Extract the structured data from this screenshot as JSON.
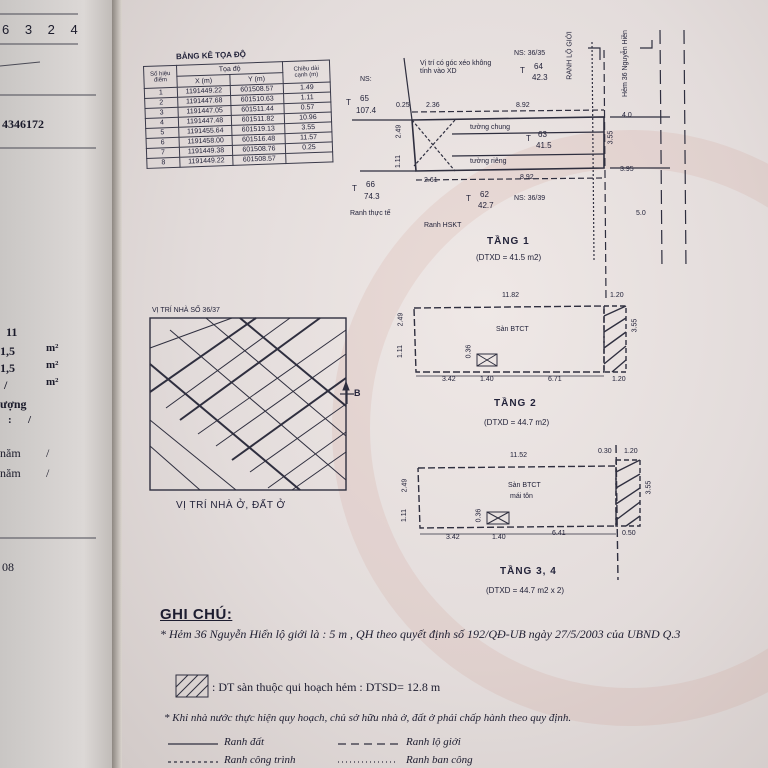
{
  "header_digits": "6 3 2 4",
  "left_page": {
    "number": "4346172",
    "values": [
      "11",
      "1,5",
      "1,5",
      "/",
      "ượng",
      ":",
      "/",
      "năm",
      "/",
      "năm",
      "/",
      "08"
    ],
    "units": [
      "m²",
      "m²",
      "m²"
    ]
  },
  "coord_table": {
    "title": "BẢNG KÊ TỌA ĐỘ",
    "col_point": "Số hiệu điểm",
    "col_coord": "Tọa độ",
    "col_x": "X (m)",
    "col_y": "Y (m)",
    "col_len": "Chiều dài cạnh (m)",
    "rows": [
      {
        "p": "1",
        "x": "1191449.22",
        "y": "601508.57",
        "l": "1.49"
      },
      {
        "p": "2",
        "x": "1191447.68",
        "y": "601510.63",
        "l": "1.11"
      },
      {
        "p": "3",
        "x": "1191447.05",
        "y": "601511.44",
        "l": "0.57"
      },
      {
        "p": "4",
        "x": "1191447.48",
        "y": "601511.82",
        "l": "10.96"
      },
      {
        "p": "5",
        "x": "1191455.64",
        "y": "601519.13",
        "l": "3.55"
      },
      {
        "p": "6",
        "x": "1191458.00",
        "y": "601516.48",
        "l": "11.57"
      },
      {
        "p": "7",
        "x": "1191449.38",
        "y": "601508.76",
        "l": "0.25"
      },
      {
        "p": "8",
        "x": "1191449.22",
        "y": "601508.57",
        "l": ""
      }
    ]
  },
  "floor1": {
    "title": "TẦNG 1",
    "area": "(DTXD = 41.5 m2)",
    "note_corner": "Vị trí có góc xéo không tính vào XD",
    "ns_top_left": "NS:",
    "ns_top_right": "NS: 36/35",
    "ns_bottom_right": "NS: 36/39",
    "lot_t65": "65",
    "lot_t65_area": "107.4",
    "lot_t64": "64",
    "lot_t64_area": "42.3",
    "lot_t63": "63",
    "lot_t63_area": "41.5",
    "lot_t66": "66",
    "lot_t66_area": "74.3",
    "lot_t62": "62",
    "lot_t62_area": "42.7",
    "prefix_t": "T",
    "wall_top": "tường chung",
    "wall_bottom": "tường riêng",
    "boundary_left": "Ranh thực tế",
    "boundary_bottom": "Ranh HSKT",
    "dims": [
      "0.25",
      "2.36",
      "8.92",
      "2.49",
      "1.11",
      "2.61",
      "8.92",
      "4.0",
      "3.55",
      "3.95",
      "5.0"
    ]
  },
  "floor2": {
    "title": "TẦNG 2",
    "area": "(DTXD = 44.7 m2)",
    "room": "Sàn BTCT",
    "dims": [
      "11.82",
      "1.20",
      "2.49",
      "1.11",
      "0.36",
      "3.42",
      "1.40",
      "6.71",
      "1.20",
      "3.55"
    ]
  },
  "floor34": {
    "title": "TẦNG 3, 4",
    "area": "(DTXD = 44.7 m2 x 2)",
    "room": "Sàn BTCT",
    "room2": "mái tôn",
    "dims": [
      "11.52",
      "0.30",
      "1.20",
      "2.49",
      "1.11",
      "0.36",
      "3.42",
      "1.40",
      "6.41",
      "0.50",
      "3.55"
    ]
  },
  "side_labels": {
    "road_boundary": "RANH LỘ GIỚI",
    "alley": "Hẻm 36 Nguyễn Hiền"
  },
  "location_map": {
    "title": "VỊ TRÍ NHÀ SỐ 36/37",
    "north": "B",
    "caption": "VỊ TRÍ NHÀ Ở, ĐẤT Ở"
  },
  "notes": {
    "title": "GHI CHÚ:",
    "line1": "* Hẻm 36 Nguyễn Hiển lộ giới là : 5 m , QH theo quyết định số 192/QĐ-UB ngày 27/5/2003 của UBND Q.3",
    "line2": ": DT sàn thuộc qui hoạch hẻm : DTSD= 12.8 m",
    "line3": "* Khi nhà nước thực hiện quy hoạch, chủ sở hữu nhà ở, đất ở phải chấp hành theo quy định.",
    "legend_land": "Ranh đất",
    "legend_road": "Ranh lộ giới",
    "legend_building": "Ranh công trình",
    "legend_balcony": "Ranh ban công"
  }
}
